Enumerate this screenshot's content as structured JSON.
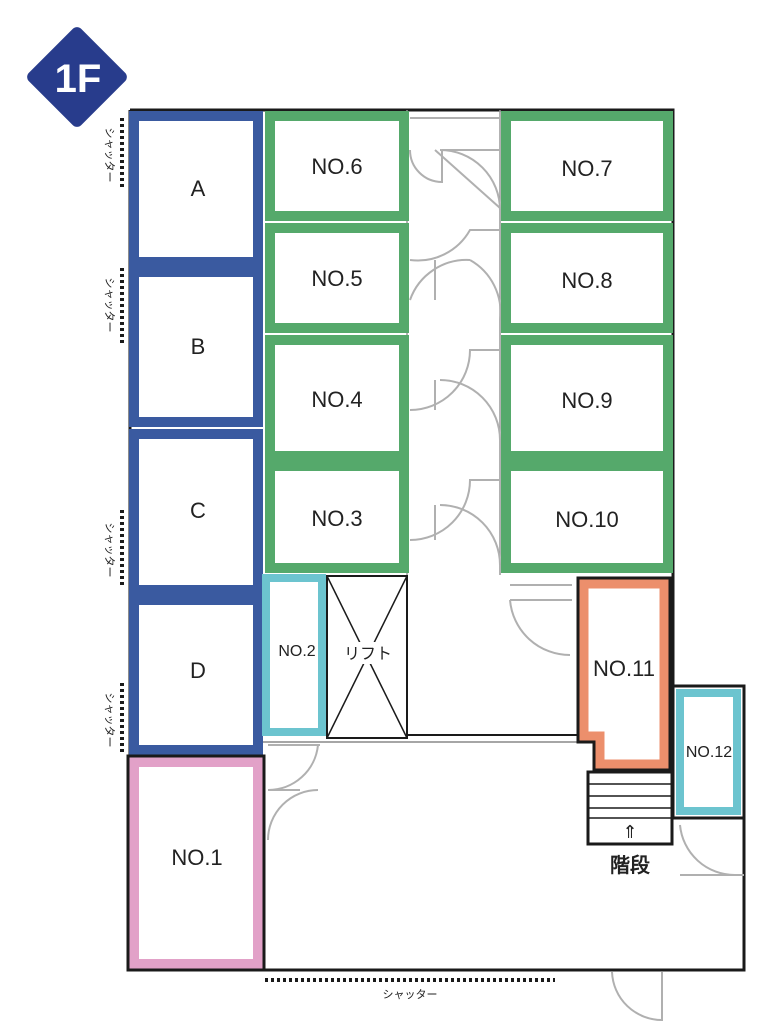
{
  "floor_badge": {
    "text": "1F",
    "color": "#283c8c"
  },
  "colors": {
    "blue": "#3a5aa0",
    "green": "#55a96b",
    "cyan": "#6cc4cf",
    "orange": "#ec8f6c",
    "pink": "#e2a1c8",
    "wall": "#1a1a1a",
    "door": "#b0b0b0"
  },
  "units": {
    "A": "A",
    "B": "B",
    "C": "C",
    "D": "D",
    "no1": "NO.1",
    "no2": "NO.2",
    "no3": "NO.3",
    "no4": "NO.4",
    "no5": "NO.5",
    "no6": "NO.6",
    "no7": "NO.7",
    "no8": "NO.8",
    "no9": "NO.9",
    "no10": "NO.10",
    "no11": "NO.11",
    "no12": "NO.12"
  },
  "lift_label": "リフト",
  "stairs": {
    "label": "階段",
    "arrow": "⇑"
  },
  "shutter_label": "シャッター"
}
